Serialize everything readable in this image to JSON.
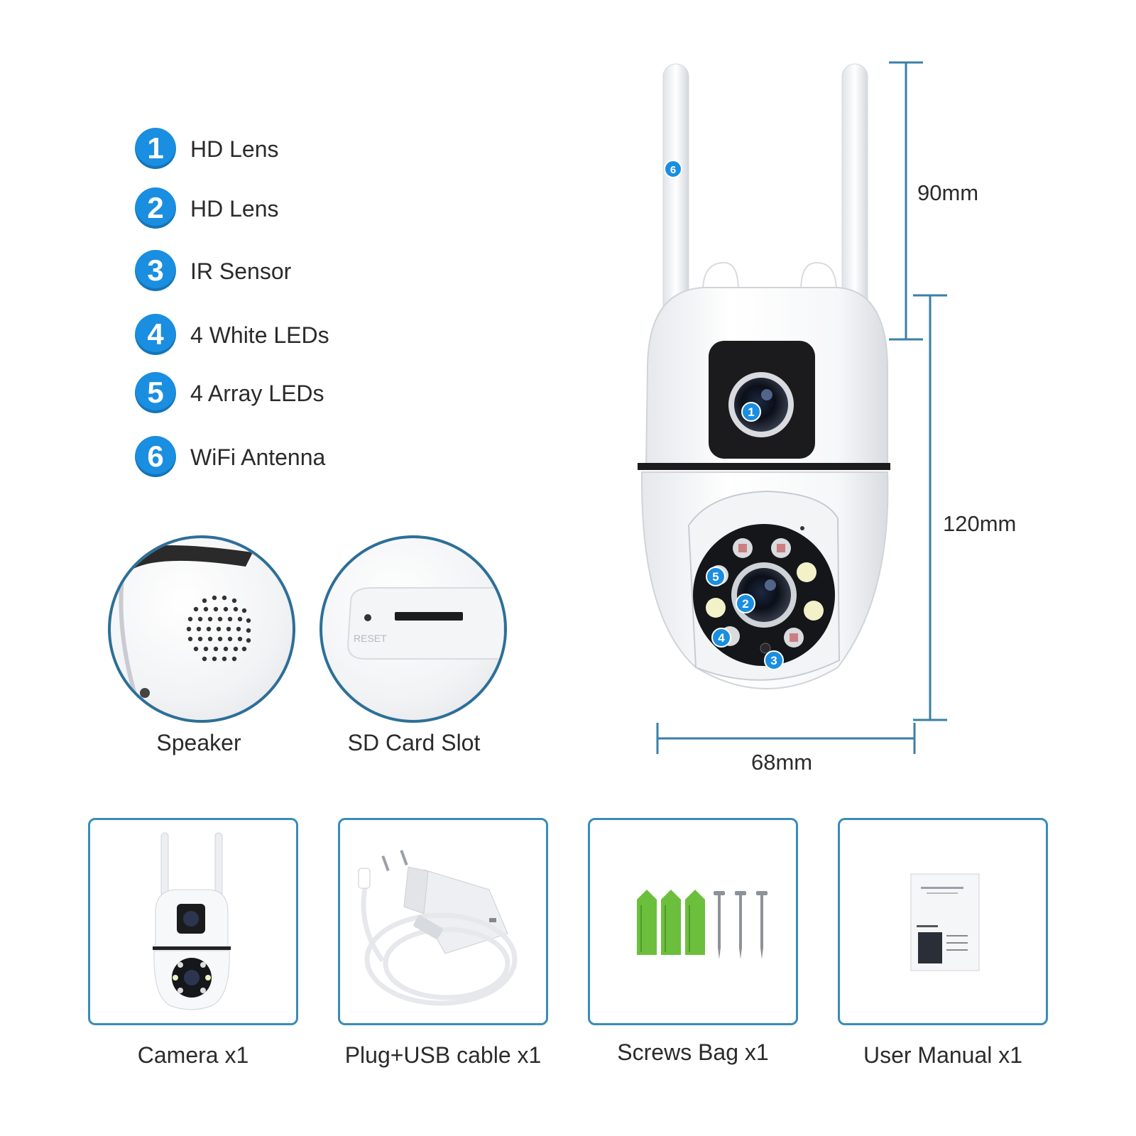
{
  "features": [
    {
      "number": "1",
      "label": "HD Lens"
    },
    {
      "number": "2",
      "label": "HD Lens"
    },
    {
      "number": "3",
      "label": "IR Sensor"
    },
    {
      "number": "4",
      "label": "4 White LEDs"
    },
    {
      "number": "5",
      "label": "4 Array LEDs"
    },
    {
      "number": "6",
      "label": "WiFi Antenna"
    }
  ],
  "details": {
    "speaker": "Speaker",
    "sd_card_slot": "SD Card Slot",
    "reset_print": "RESET"
  },
  "dimensions": {
    "antenna_height": "90mm",
    "body_height": "120mm",
    "body_width": "68mm"
  },
  "camera_markers": {
    "lens_top": "1",
    "lens_bottom": "2",
    "ir_sensor": "3",
    "white_led": "4",
    "array_led": "5",
    "antenna": "6"
  },
  "package": [
    {
      "label": "Camera x1"
    },
    {
      "label": "Plug+USB cable x1"
    },
    {
      "label": "Screws Bag x1"
    },
    {
      "label": "User Manual x1"
    }
  ],
  "colors": {
    "badge_blue": "#1a8ee0",
    "dimension_line": "#3a7fa8",
    "box_border": "#3a8bb8",
    "anchor_green": "#6cbf3c"
  }
}
